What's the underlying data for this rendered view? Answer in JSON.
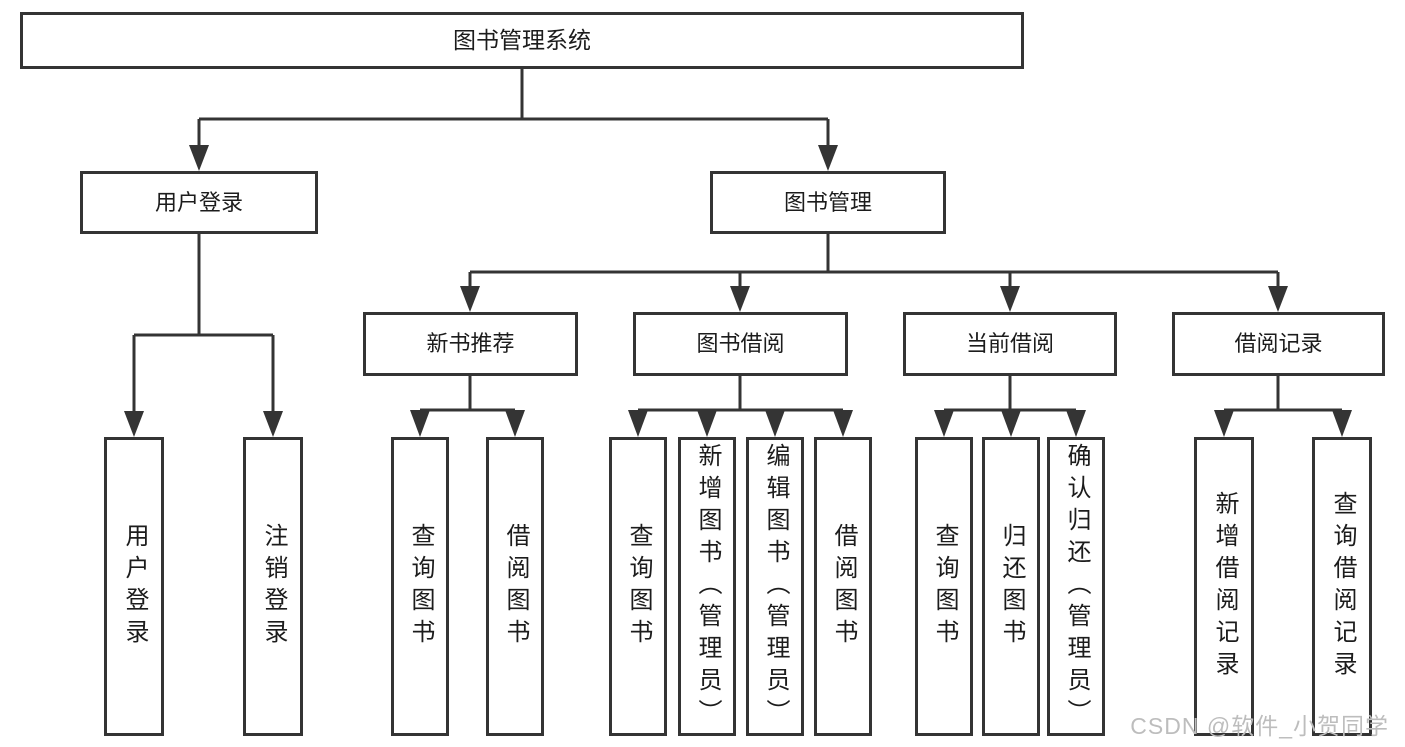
{
  "colors": {
    "line": "#343434",
    "box_border": "#343434",
    "text": "#1c1c1c",
    "background": "#ffffff",
    "watermark": "#bdbdbd"
  },
  "watermark": "CSDN @软件_小贺同学",
  "diagram": {
    "root": "图书管理系统",
    "branches": [
      {
        "label": "用户登录",
        "leaves": [
          "用户登录",
          "注销登录"
        ]
      },
      {
        "label": "图书管理",
        "groups": [
          {
            "label": "新书推荐",
            "leaves": [
              "查询图书",
              "借阅图书"
            ]
          },
          {
            "label": "图书借阅",
            "leaves": [
              "查询图书",
              "新增图书（管理员）",
              "编辑图书（管理员）",
              "借阅图书"
            ]
          },
          {
            "label": "当前借阅",
            "leaves": [
              "查询图书",
              "归还图书",
              "确认归还（管理员）"
            ]
          },
          {
            "label": "借阅记录",
            "leaves": [
              "新增借阅记录",
              "查询借阅记录"
            ]
          }
        ]
      }
    ]
  }
}
